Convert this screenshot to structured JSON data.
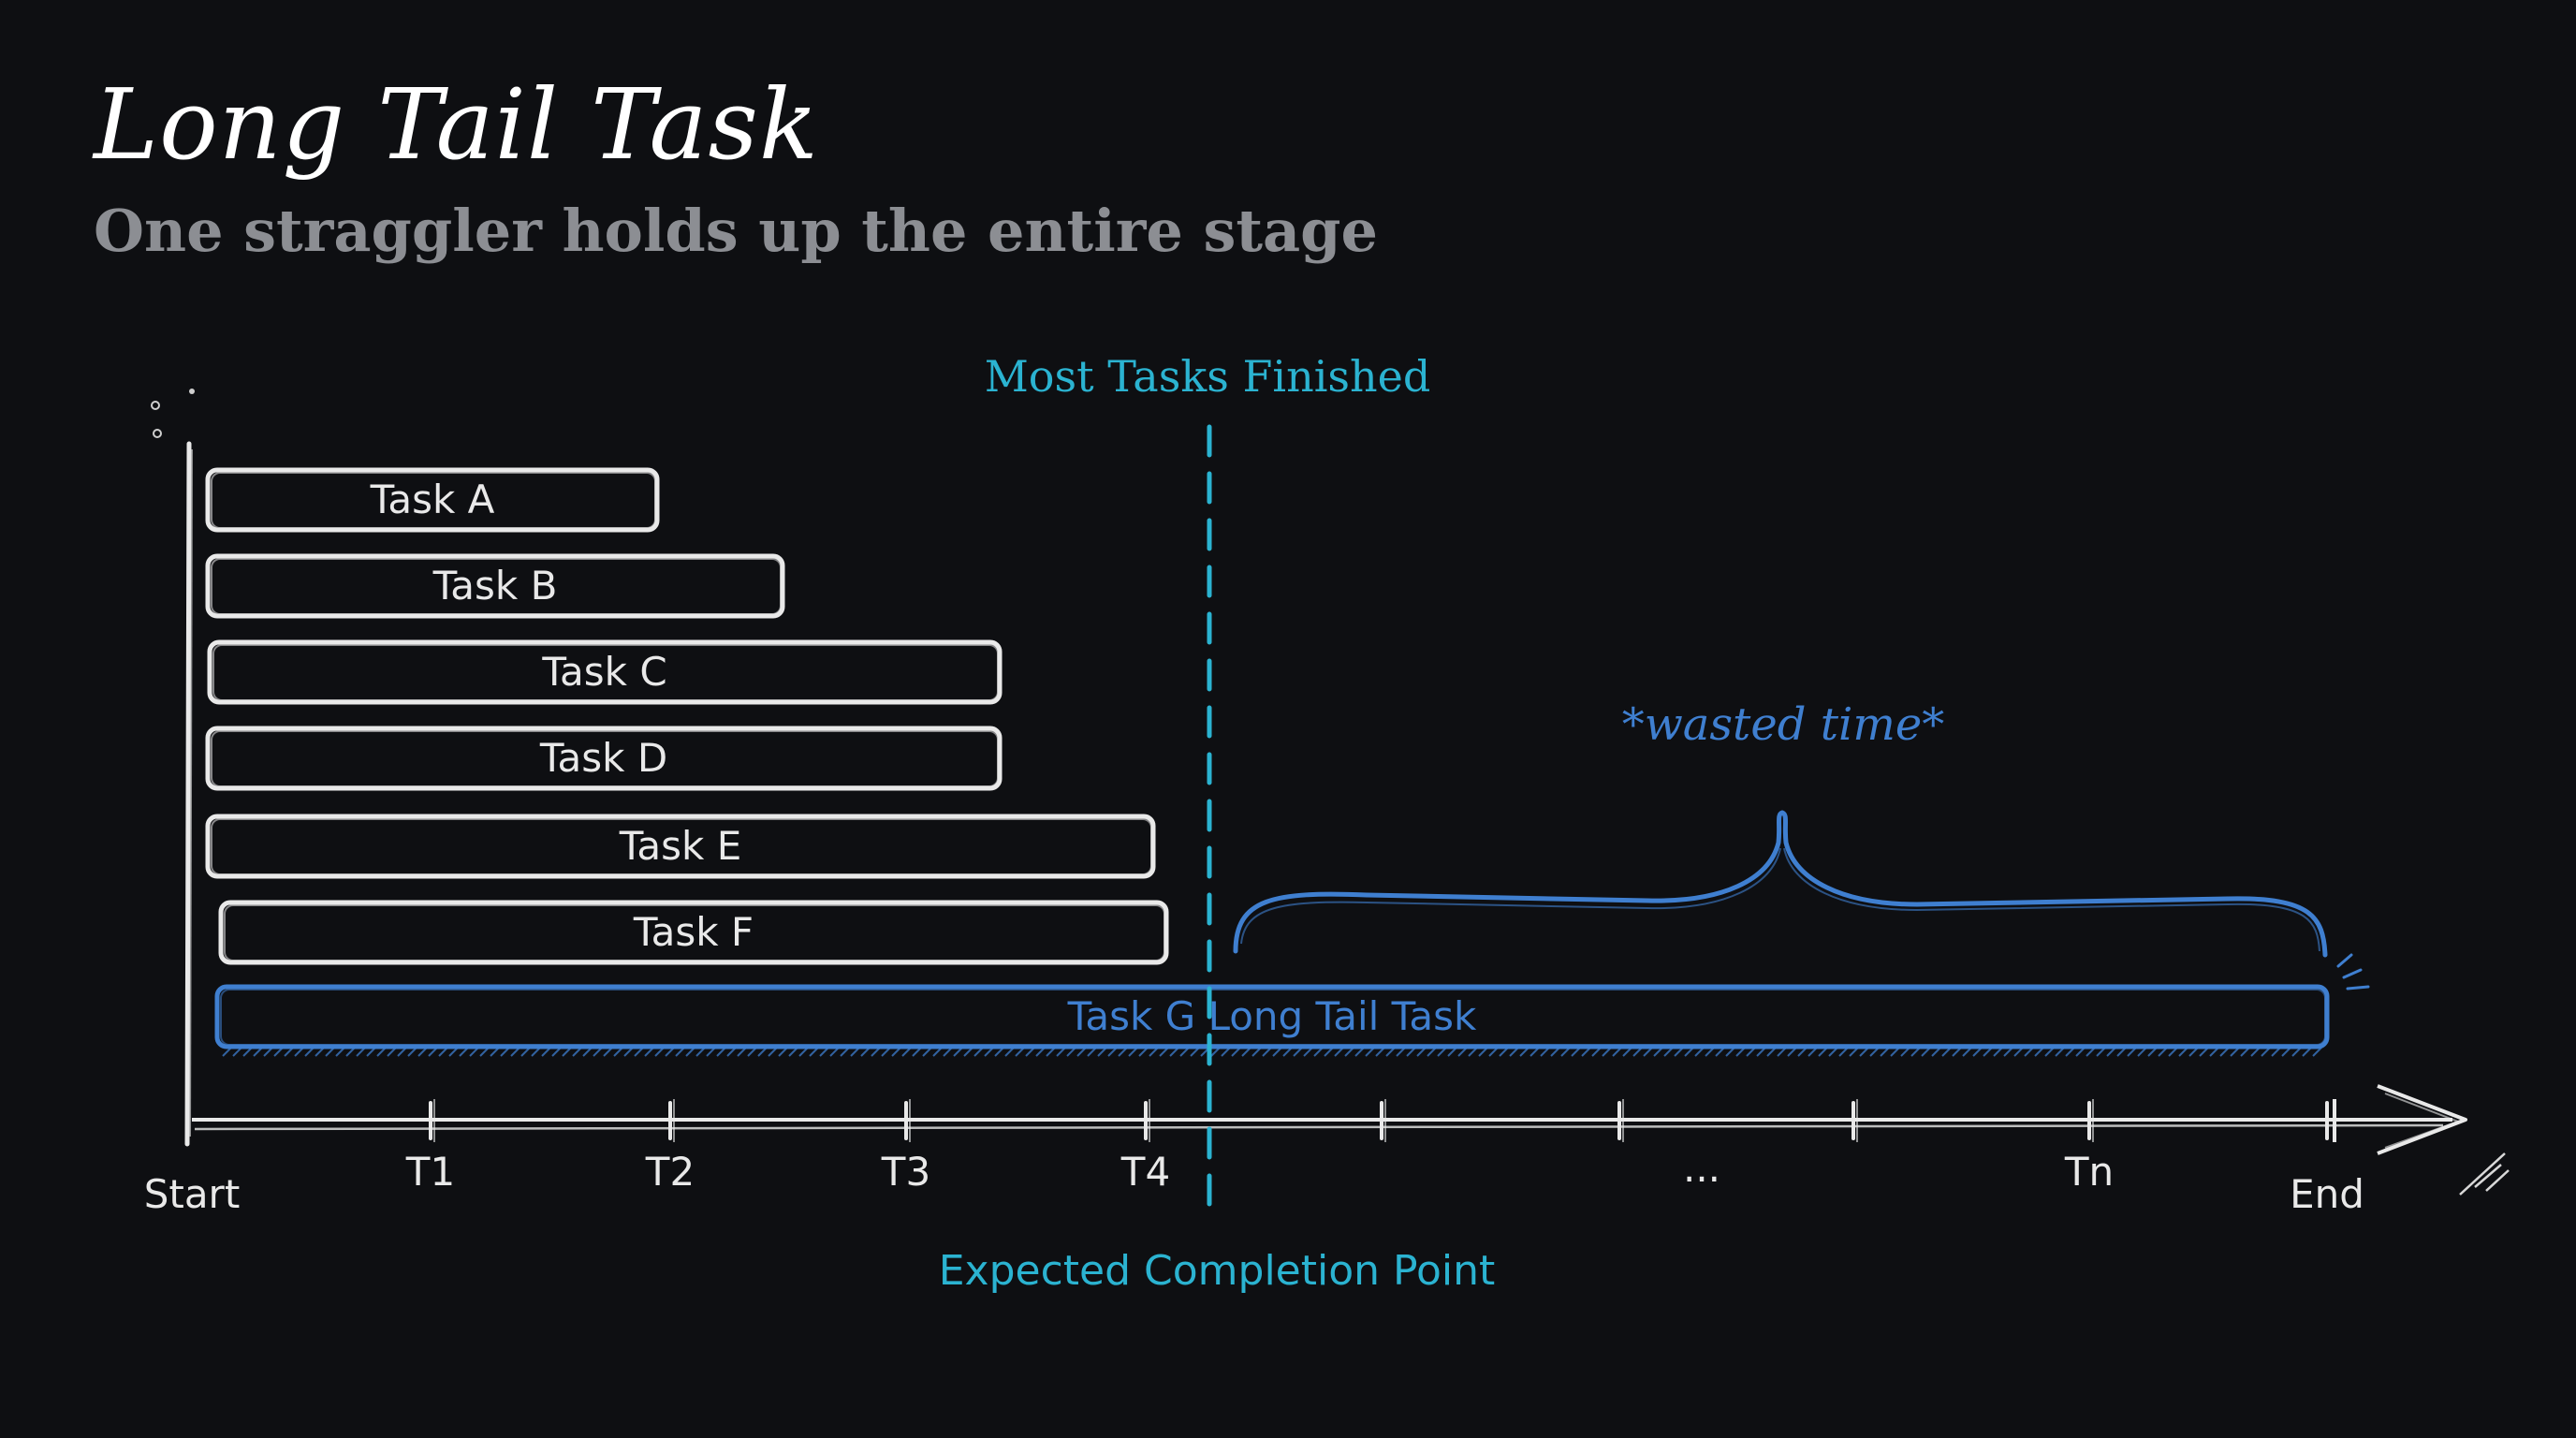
{
  "header": {
    "title": "Long Tail Task",
    "subtitle": "One straggler holds up the entire stage"
  },
  "markers": {
    "most_finished_label": "Most Tasks Finished",
    "expected_label": "Expected Completion Point"
  },
  "annotation": {
    "wasted_label": "*wasted time*"
  },
  "tasks": [
    {
      "label": "Task A",
      "long_tail": false
    },
    {
      "label": "Task B",
      "long_tail": false
    },
    {
      "label": "Task C",
      "long_tail": false
    },
    {
      "label": "Task D",
      "long_tail": false
    },
    {
      "label": "Task E",
      "long_tail": false
    },
    {
      "label": "Task F",
      "long_tail": false
    },
    {
      "label": "Task G Long Tail Task",
      "long_tail": true
    }
  ],
  "axis": {
    "ticks": [
      "Start",
      "T1",
      "T2",
      "T3",
      "T4",
      "",
      "",
      "...",
      "",
      "Tn",
      "End"
    ]
  },
  "colors": {
    "background": "#0e0f12",
    "bar_stroke": "#e9e9e9",
    "long_tail": "#3f7fd0",
    "marker": "#2bb3d1",
    "subtitle": "#8c8e93"
  }
}
